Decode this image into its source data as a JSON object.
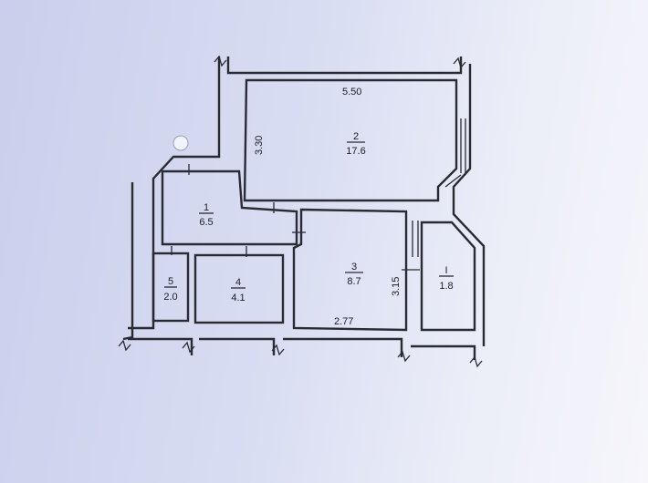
{
  "rooms": [
    {
      "id": "2",
      "area": "17.6"
    },
    {
      "id": "1",
      "area": "6.5"
    },
    {
      "id": "3",
      "area": "8.7"
    },
    {
      "id": "I",
      "area": "1.8"
    },
    {
      "id": "5",
      "area": "2.0"
    },
    {
      "id": "4",
      "area": "4.1"
    }
  ],
  "dimensions": {
    "room2_width": "5.50",
    "room2_depth": "3.30",
    "room3_depth": "3.15",
    "room3_width": "2.77"
  },
  "colors": {
    "line": "#2a2a33",
    "paper": "#d9ddf2"
  }
}
